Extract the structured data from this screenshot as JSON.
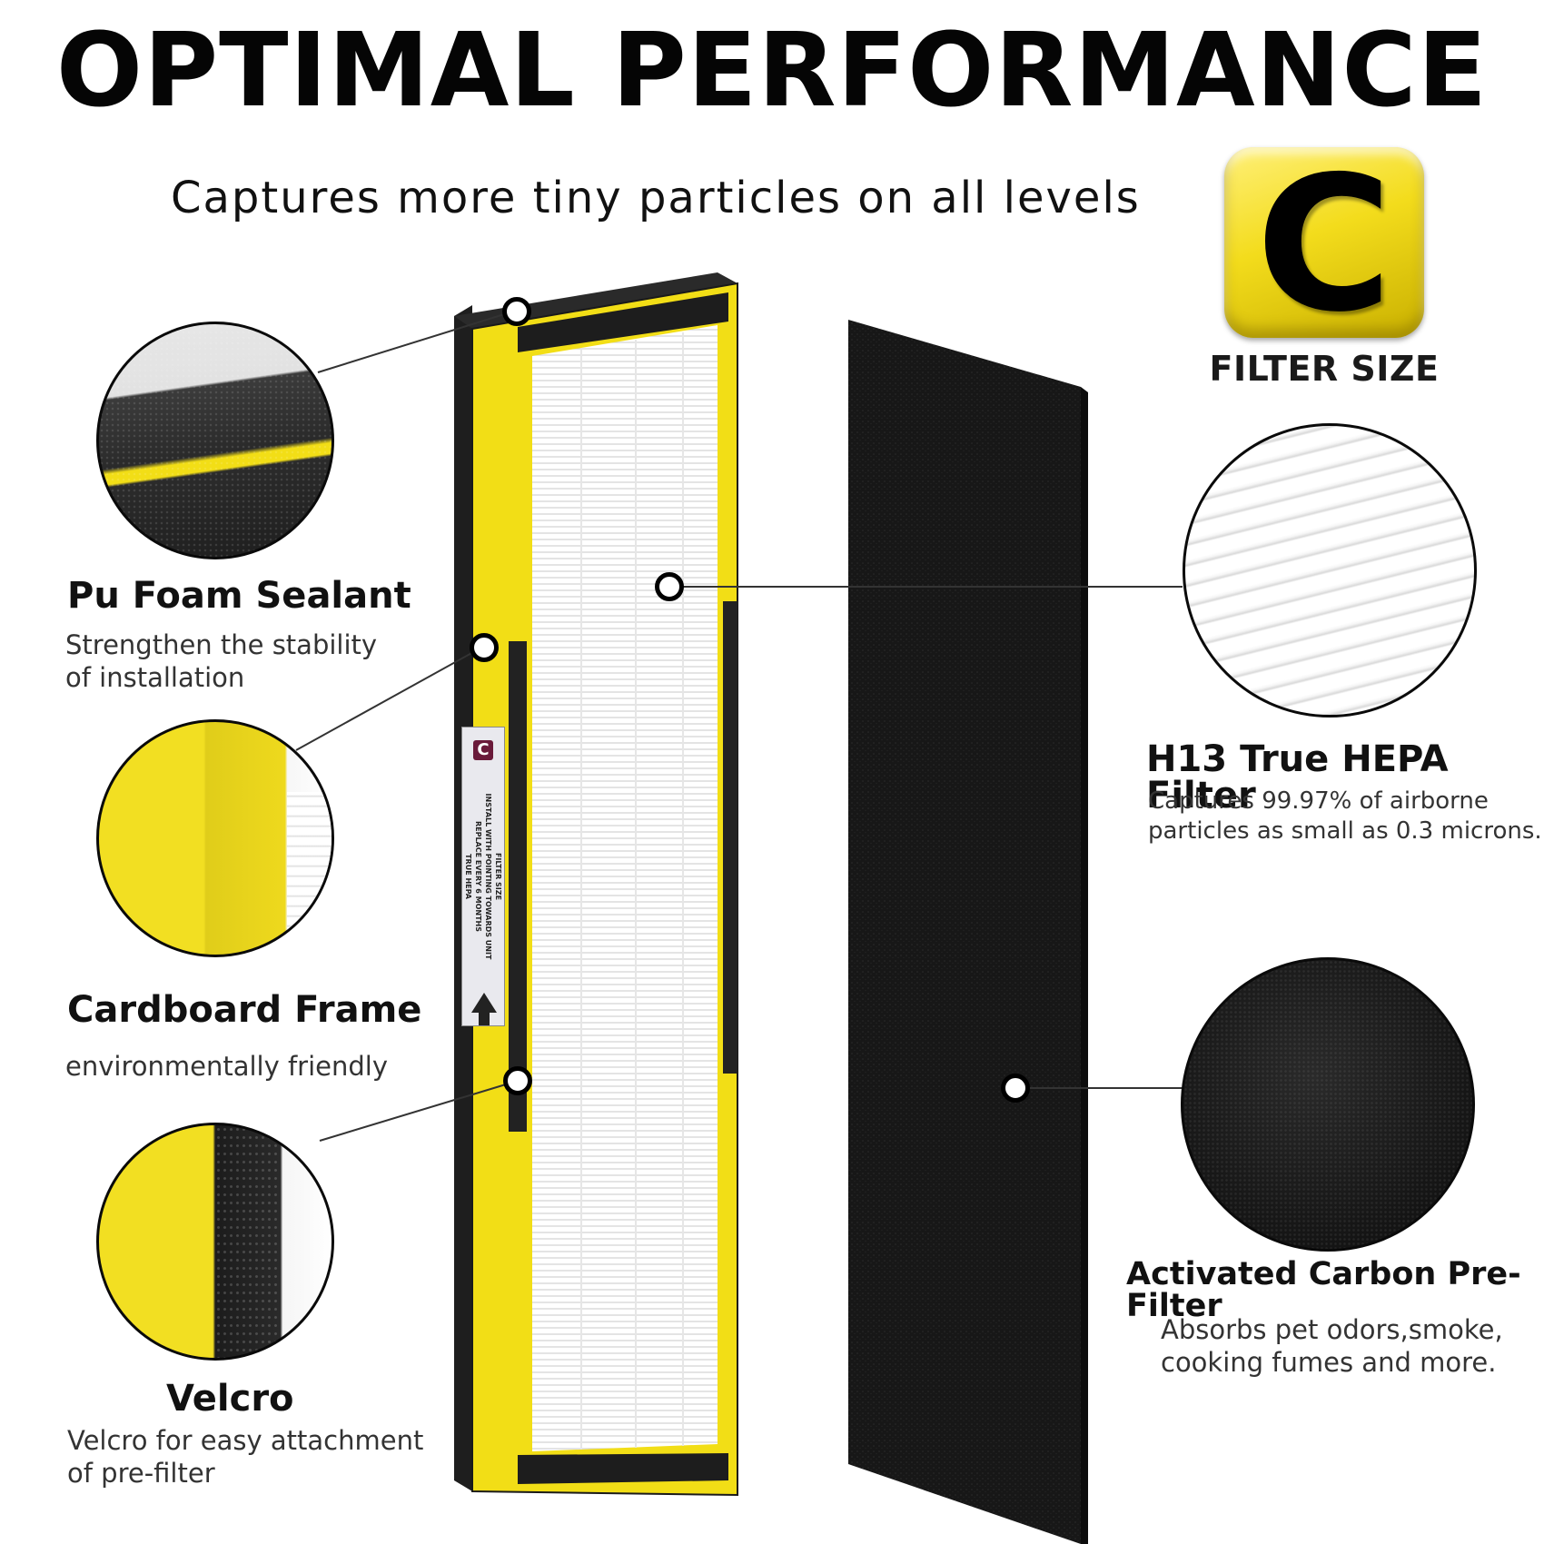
{
  "header": {
    "title": "OPTIMAL PERFORMANCE",
    "subtitle": "Captures more tiny particles on all levels"
  },
  "filter_size": {
    "letter": "C",
    "caption": "FILTER SIZE"
  },
  "features": {
    "foam": {
      "title": "Pu Foam Sealant",
      "desc_line1": "Strengthen the stability",
      "desc_line2": "of installation"
    },
    "frame": {
      "title": "Cardboard Frame",
      "desc_line1": "environmentally friendly"
    },
    "velcro": {
      "title": "Velcro",
      "desc_line1": "Velcro for easy attachment",
      "desc_line2": "of pre-filter"
    },
    "hepa": {
      "title": "H13 True HEPA Filter",
      "desc_line1": "Captures 99.97% of airborne",
      "desc_line2": "particles as small as 0.3 microns."
    },
    "carbon": {
      "title": "Activated Carbon Pre-Filter",
      "desc_line1": "Absorbs pet odors,smoke,",
      "desc_line2": "cooking fumes and more."
    }
  },
  "sticker": {
    "letter": "C",
    "line1": "FILTER SIZE",
    "line2": "INSTALL WITH POINTING TOWARDS UNIT",
    "line3": "REPLACE EVERY 6 MONTHS",
    "line4": "TRUE HEPA"
  },
  "colors": {
    "frame_yellow": "#f2de16",
    "carbon_black": "#161616",
    "hepa_white": "#ffffff",
    "badge_yellow": "#f3dc1c"
  }
}
